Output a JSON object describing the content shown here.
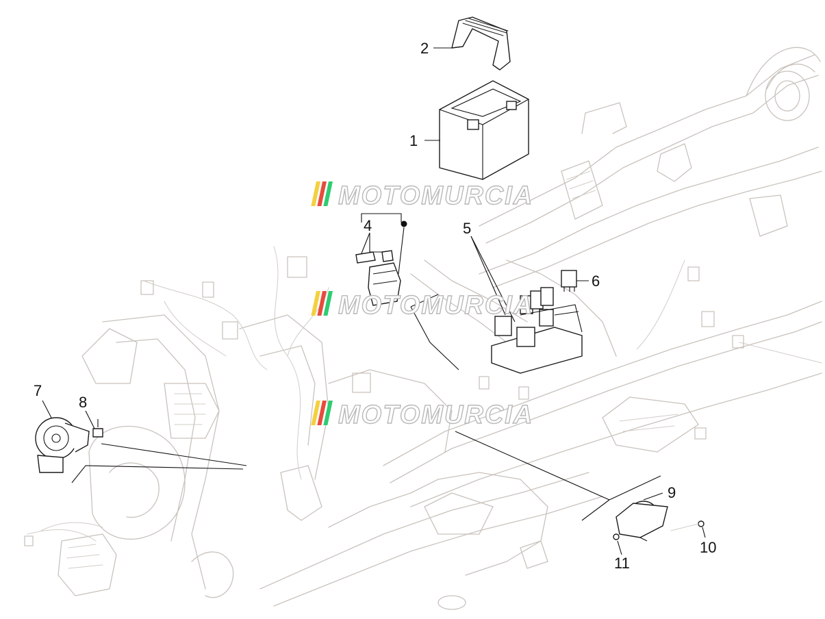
{
  "diagram": {
    "callouts": [
      {
        "id": "1",
        "label": "1"
      },
      {
        "id": "2",
        "label": "2"
      },
      {
        "id": "4",
        "label": "4"
      },
      {
        "id": "5",
        "label": "5"
      },
      {
        "id": "6",
        "label": "6"
      },
      {
        "id": "7",
        "label": "7"
      },
      {
        "id": "8",
        "label": "8"
      },
      {
        "id": "9",
        "label": "9"
      },
      {
        "id": "10",
        "label": "10"
      },
      {
        "id": "11",
        "label": "11"
      }
    ],
    "watermark": {
      "text": "MOTOMURCIA",
      "stripe_colors": [
        "#f4d03f",
        "#e74c3c",
        "#2ecc71"
      ]
    }
  }
}
